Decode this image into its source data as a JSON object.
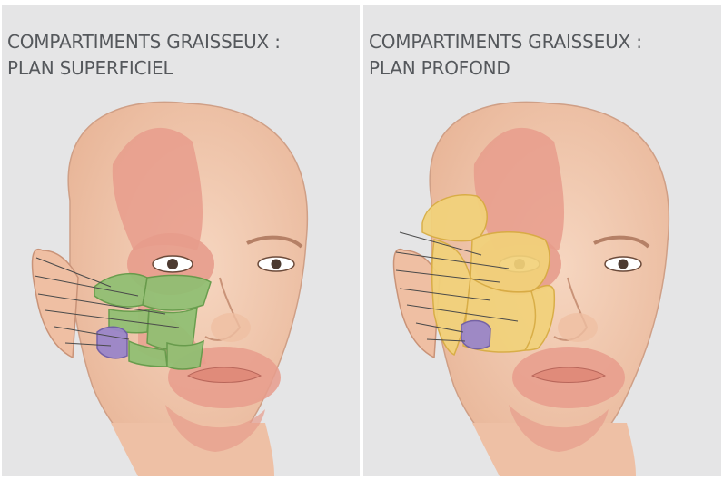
{
  "panels": [
    {
      "title_line1": "COMPARTIMENTS GRAISSEUX :",
      "title_line2": "PLAN SUPERFICIEL",
      "fat_color": "#8fbf72",
      "fat_outline": "#5e9a46",
      "accent_compartment_color": "#9a86c9"
    },
    {
      "title_line1": "COMPARTIMENTS GRAISSEUX :",
      "title_line2": "PLAN PROFOND",
      "fat_color": "#f2d27a",
      "fat_outline": "#d7ac3f",
      "accent_compartment_color": "#9a86c9"
    }
  ],
  "colors": {
    "panel_bg": "#e5e5e6",
    "skin": "#f2c9ae",
    "muscle": "#e79c8c",
    "title_text": "#55585c"
  }
}
